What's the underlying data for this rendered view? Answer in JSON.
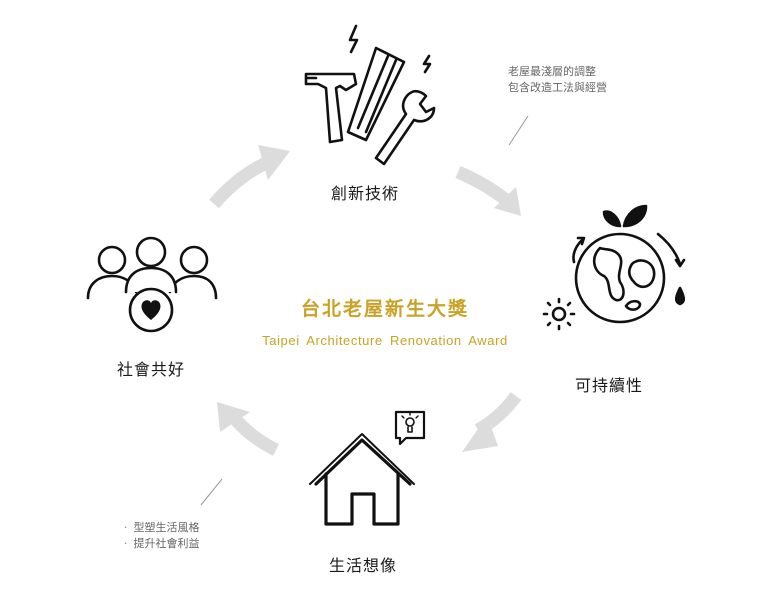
{
  "center": {
    "title": "台北老屋新生大獎",
    "subtitle": "Taipei Architecture Renovation Award"
  },
  "nodes": {
    "innovation": {
      "label": "創新技術",
      "icon": "tools-icon"
    },
    "sustainability": {
      "label": "可持續性",
      "icon": "globe-icon"
    },
    "living": {
      "label": "生活想像",
      "icon": "house-icon"
    },
    "community": {
      "label": "社會共好",
      "icon": "community-icon"
    }
  },
  "notes": {
    "innovation": {
      "line1": "老屋最淺層的調整",
      "line2": "包含改造工法與經營"
    },
    "living": {
      "line1": "型塑生活風格",
      "line2": "提升社會利益"
    }
  },
  "colors": {
    "accent": "#c9a227",
    "arrow": "#dcdcdc",
    "icon": "#111111"
  }
}
